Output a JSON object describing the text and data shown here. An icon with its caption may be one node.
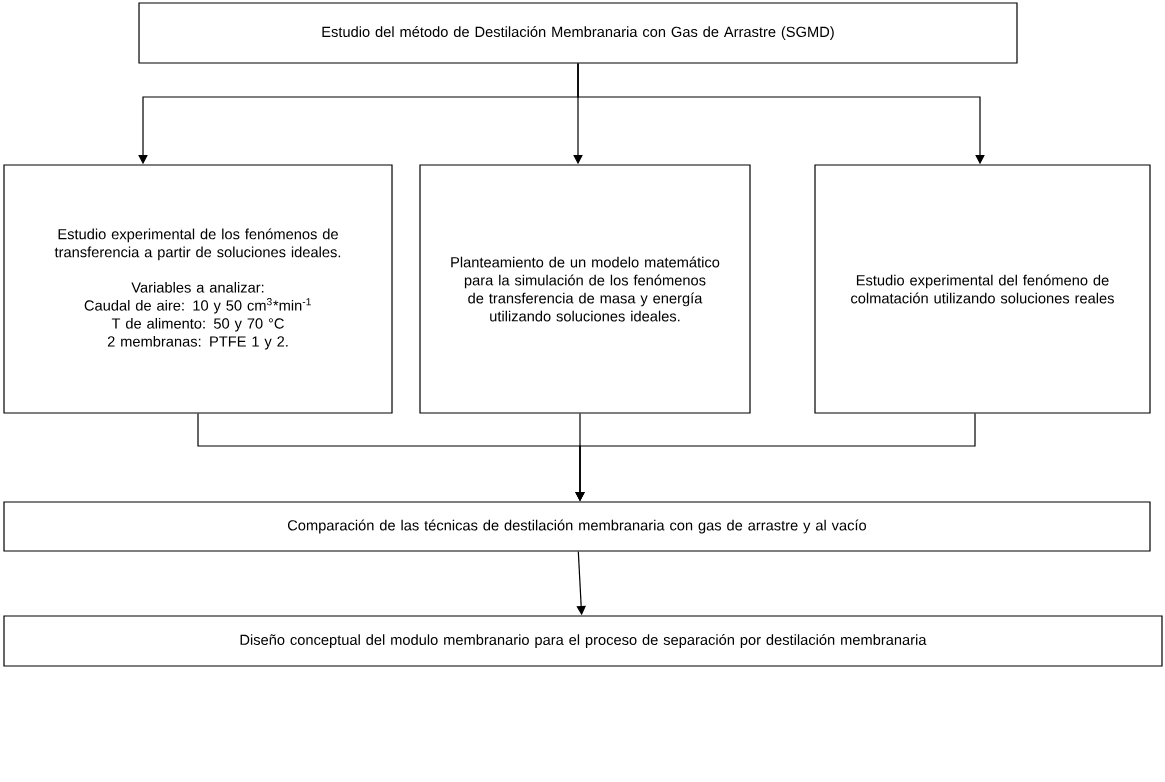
{
  "diagram": {
    "nodes": [
      {
        "text": [
          "Estudio  del método de Destilación Membranaria con Gas de Arrastre (SGMD)"
        ]
      },
      {
        "text": [
          "Estudio experimental de los fenómenos de transferencia  a partir de soluciones ideales.",
          "Variables a analizar:",
          "Caudal de aire: 10 y 50 cm$^{3}$*min$^{-1}$",
          "T de alimento: 50 y 70 °C",
          "2 membranas: PTFE 1 y 2."
        ]
      },
      {
        "text": [
          "Planteamiento de un modelo matemático para la simulación de los fenómenos de transferencia de masa y energía utilizando soluciones ideales."
        ]
      },
      {
        "text": [
          "Estudio experimental del fenómeno de colmatación utilizando soluciones reales"
        ]
      },
      {
        "text": [
          "Comparación de las técnicas de destilación membranaria con gas de arrastre y al vacío"
        ]
      },
      {
        "text": [
          "Diseño conceptual del modulo membranario para el proceso de separación por destilación membranaria"
        ]
      }
    ],
    "edges": [
      {
        "from": 0,
        "to": 1,
        "arrow": "to"
      },
      {
        "from": 0,
        "to": 2,
        "arrow": "to"
      },
      {
        "from": 0,
        "to": 3,
        "arrow": "to"
      },
      {
        "from": 1,
        "to": 4,
        "arrow": "to"
      },
      {
        "from": 2,
        "to": 4,
        "arrow": "to"
      },
      {
        "from": 3,
        "to": 4,
        "arrow": "to"
      },
      {
        "from": 4,
        "to": 5,
        "arrow": "to"
      }
    ]
  }
}
